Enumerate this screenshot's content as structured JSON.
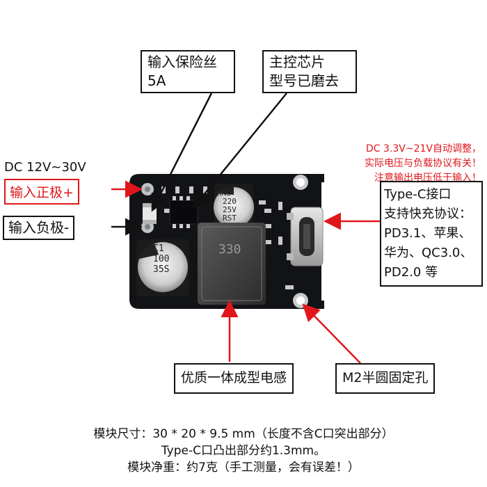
{
  "labels": {
    "fuse": [
      "输入保险丝",
      "5A"
    ],
    "chip": [
      "主控芯片",
      "型号已磨去"
    ],
    "dc_range": "DC 12V~30V",
    "input_pos": "输入正极+",
    "input_neg": "输入负极-",
    "typec": [
      "Type-C接口",
      "支持快充协议：",
      "PD3.1、苹果、",
      "华为、QC3.0、",
      "PD2.0 等"
    ],
    "inductor": "优质一体成型电感",
    "hole": "M2半圆固定孔",
    "red_note": [
      "DC 3.3V~21V自动调整，",
      "实际电压与负载协议有关！",
      "注意输出电压低于输入！"
    ]
  },
  "board": {
    "cap_small": [
      "KNS",
      "220",
      "25V",
      "RST"
    ],
    "cap_big": [
      "C1",
      "100",
      "35S"
    ],
    "inductor_code": "330"
  },
  "footer": [
    "模块尺寸：30 * 20 * 9.5 mm（长度不含C口突出部分）",
    "Type-C口凸出部分约1.3mm。",
    "模块净重：约7克（手工测量，会有误差！）"
  ],
  "colors": {
    "red": "#e0161b",
    "pcb": "#121317",
    "black": "#111111"
  }
}
